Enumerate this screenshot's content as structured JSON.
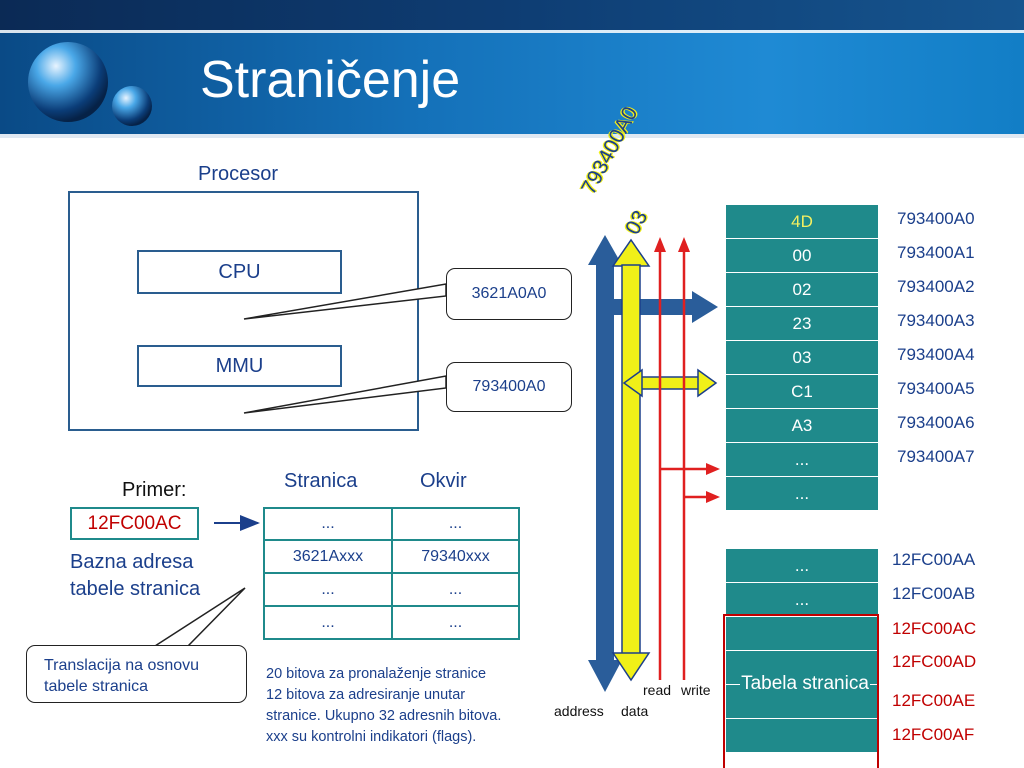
{
  "title": "Straničenje",
  "processor": {
    "label": "Procesor",
    "cpu": "CPU",
    "mmu": "MMU",
    "cpu_address": "3621A0A0",
    "mmu_address": "793400A0"
  },
  "bus": {
    "rotated_labels": [
      "793400A0",
      "03"
    ],
    "address": "address",
    "data": "data",
    "read": "read",
    "write": "write"
  },
  "memory_top": {
    "cells": [
      "4D",
      "00",
      "02",
      "23",
      "03",
      "C1",
      "A3",
      "...",
      "..."
    ],
    "addresses": [
      "793400A0",
      "793400A1",
      "793400A2",
      "793400A3",
      "793400A4",
      "793400A5",
      "793400A6",
      "793400A7"
    ]
  },
  "memory_bottom": {
    "cells": [
      "...",
      "...",
      "",
      "Tabela stranica",
      "",
      ""
    ],
    "addresses": [
      "12FC00AA",
      "12FC00AB",
      "12FC00AC",
      "12FC00AD",
      "12FC00AE",
      "12FC00AF"
    ]
  },
  "example": {
    "label": "Primer:",
    "base_value": "12FC00AC",
    "base_caption_1": "Bazna adresa",
    "base_caption_2": "tabele stranica",
    "translation_1": "Translacija na osnovu",
    "translation_2": "tabele stranica"
  },
  "page_table": {
    "headers": [
      "Stranica",
      "Okvir"
    ],
    "rows": [
      [
        "...",
        "..."
      ],
      [
        "3621Axxx",
        "79340xxx"
      ],
      [
        "...",
        "..."
      ],
      [
        "...",
        "..."
      ]
    ]
  },
  "notes": [
    "20 bitova za pronalaženje stranice",
    "12 bitova za adresiranje unutar",
    "stranice. Ukupno 32 adresnih bitova.",
    "xxx su kontrolni indikatori (flags)."
  ],
  "colors": {
    "header_blue": "#1470b8",
    "memory_teal": "#1f8a8b",
    "address_bus": "#2a5d9a",
    "data_bus": "#f0f018",
    "control_red": "#e02020",
    "highlight_red": "#c00000",
    "label_blue": "#1b3f8b"
  }
}
